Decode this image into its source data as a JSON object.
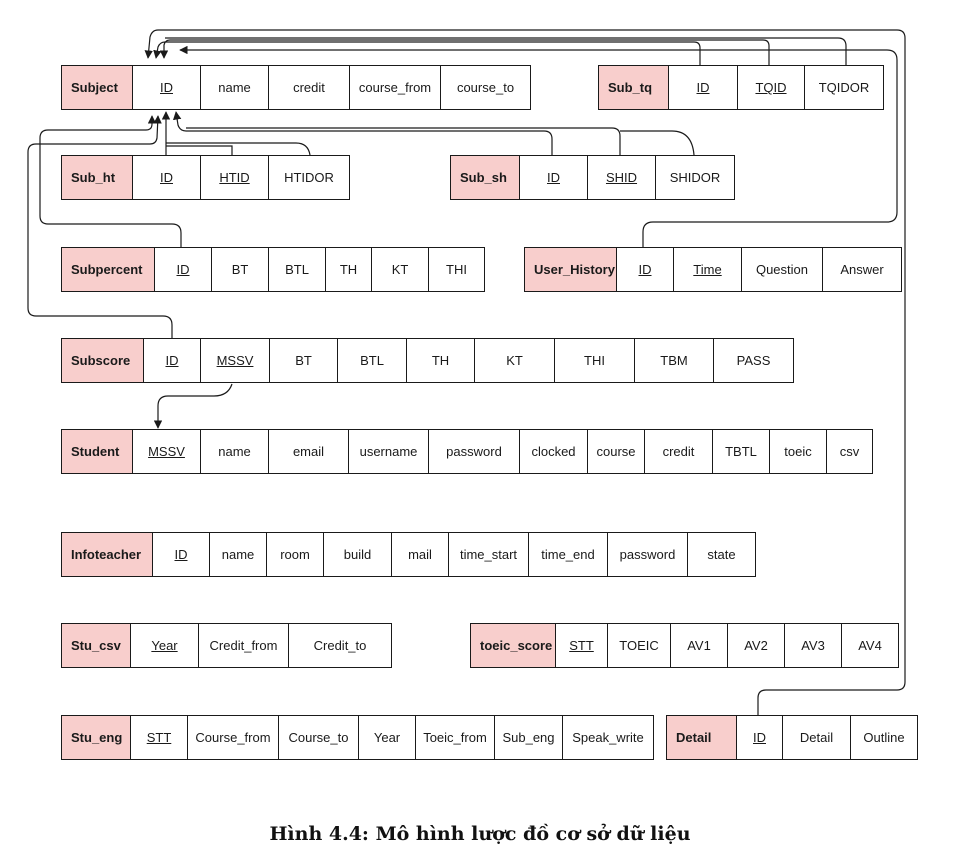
{
  "tables": [
    {
      "id": "subject",
      "name": "Subject",
      "fields": [
        {
          "label": "ID",
          "key": true
        },
        {
          "label": "name"
        },
        {
          "label": "credit"
        },
        {
          "label": "course_from"
        },
        {
          "label": "course_to"
        }
      ]
    },
    {
      "id": "sub_tq",
      "name": "Sub_tq",
      "fields": [
        {
          "label": "ID",
          "key": true
        },
        {
          "label": "TQID",
          "key": true
        },
        {
          "label": "TQIDOR"
        }
      ]
    },
    {
      "id": "sub_ht",
      "name": "Sub_ht",
      "fields": [
        {
          "label": "ID",
          "key": true
        },
        {
          "label": "HTID",
          "key": true
        },
        {
          "label": "HTIDOR"
        }
      ]
    },
    {
      "id": "sub_sh",
      "name": "Sub_sh",
      "fields": [
        {
          "label": "ID",
          "key": true
        },
        {
          "label": "SHID",
          "key": true
        },
        {
          "label": "SHIDOR"
        }
      ]
    },
    {
      "id": "subpercent",
      "name": "Subpercent",
      "fields": [
        {
          "label": "ID",
          "key": true
        },
        {
          "label": "BT"
        },
        {
          "label": "BTL"
        },
        {
          "label": "TH"
        },
        {
          "label": "KT"
        },
        {
          "label": "THI"
        }
      ]
    },
    {
      "id": "user_history",
      "name": "User_History",
      "fields": [
        {
          "label": "ID",
          "key": true
        },
        {
          "label": "Time",
          "key": true
        },
        {
          "label": "Question"
        },
        {
          "label": "Answer"
        }
      ]
    },
    {
      "id": "subscore",
      "name": "Subscore",
      "fields": [
        {
          "label": "ID",
          "key": true
        },
        {
          "label": "MSSV",
          "key": true
        },
        {
          "label": "BT"
        },
        {
          "label": "BTL"
        },
        {
          "label": "TH"
        },
        {
          "label": "KT"
        },
        {
          "label": "THI"
        },
        {
          "label": "TBM"
        },
        {
          "label": "PASS"
        }
      ]
    },
    {
      "id": "student",
      "name": "Student",
      "fields": [
        {
          "label": "MSSV",
          "key": true
        },
        {
          "label": "name"
        },
        {
          "label": "email"
        },
        {
          "label": "username"
        },
        {
          "label": "password"
        },
        {
          "label": "clocked"
        },
        {
          "label": "course"
        },
        {
          "label": "credit"
        },
        {
          "label": "TBTL"
        },
        {
          "label": "toeic"
        },
        {
          "label": "csv"
        }
      ]
    },
    {
      "id": "infoteacher",
      "name": "Infoteacher",
      "fields": [
        {
          "label": "ID",
          "key": true
        },
        {
          "label": "name"
        },
        {
          "label": "room"
        },
        {
          "label": "build"
        },
        {
          "label": "mail"
        },
        {
          "label": "time_start"
        },
        {
          "label": "time_end"
        },
        {
          "label": "password"
        },
        {
          "label": "state"
        }
      ]
    },
    {
      "id": "stu_csv",
      "name": "Stu_csv",
      "fields": [
        {
          "label": "Year",
          "key": true
        },
        {
          "label": "Credit_from"
        },
        {
          "label": "Credit_to"
        }
      ]
    },
    {
      "id": "toeic_score",
      "name": "toeic_score",
      "fields": [
        {
          "label": "STT",
          "key": true
        },
        {
          "label": "TOEIC"
        },
        {
          "label": "AV1"
        },
        {
          "label": "AV2"
        },
        {
          "label": "AV3"
        },
        {
          "label": "AV4"
        }
      ]
    },
    {
      "id": "stu_eng",
      "name": "Stu_eng",
      "fields": [
        {
          "label": "STT",
          "key": true
        },
        {
          "label": "Course_from"
        },
        {
          "label": "Course_to"
        },
        {
          "label": "Year"
        },
        {
          "label": "Toeic_from"
        },
        {
          "label": "Sub_eng"
        },
        {
          "label": "Speak_write"
        }
      ]
    },
    {
      "id": "detail",
      "name": "Detail",
      "fields": [
        {
          "label": "ID",
          "key": true
        },
        {
          "label": "Detail"
        },
        {
          "label": "Outline"
        }
      ]
    }
  ],
  "relationships": [
    {
      "from": "sub_tq.ID",
      "to": "subject.ID"
    },
    {
      "from": "sub_tq.TQID",
      "to": "subject.ID"
    },
    {
      "from": "sub_tq.TQIDOR",
      "to": "subject.ID"
    },
    {
      "from": "sub_ht.ID",
      "to": "subject.ID"
    },
    {
      "from": "sub_ht.HTID",
      "to": "subject.ID"
    },
    {
      "from": "sub_ht.HTIDOR",
      "to": "subject.ID"
    },
    {
      "from": "sub_sh.ID",
      "to": "subject.ID"
    },
    {
      "from": "sub_sh.SHID",
      "to": "subject.ID"
    },
    {
      "from": "sub_sh.SHIDOR",
      "to": "subject.ID"
    },
    {
      "from": "subpercent.ID",
      "to": "subject.ID"
    },
    {
      "from": "subscore.ID",
      "to": "subject.ID"
    },
    {
      "from": "subscore.MSSV",
      "to": "student.MSSV"
    },
    {
      "from": "user_history.ID",
      "to": "subject.ID"
    },
    {
      "from": "detail.ID",
      "to": "subject.ID"
    }
  ],
  "caption": "Hình 4.4: Mô hình lược đồ cơ sở dữ liệu",
  "colors": {
    "entity_header": "#f8cecc",
    "line": "#1a1a1a"
  }
}
